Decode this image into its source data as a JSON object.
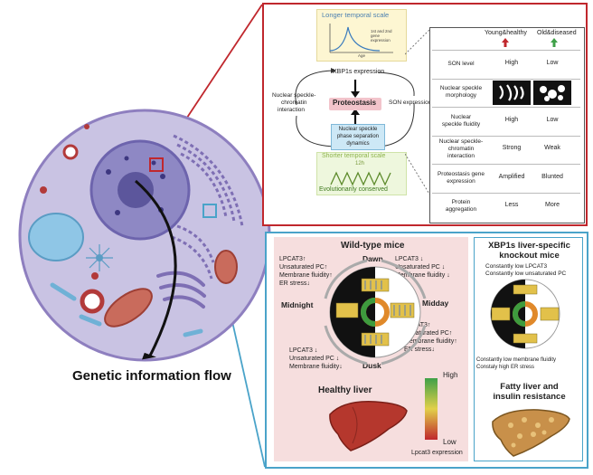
{
  "main_label": "Genetic information flow",
  "top_panel": {
    "longer_scale": {
      "title": "Longer temporal scale",
      "note": "1st and 2nd gene expression",
      "axis": "Age"
    },
    "shorter_scale": {
      "title": "Shorter temporal scale",
      "period": "12h",
      "footer": "Evolutionarily conserved"
    },
    "xbp1s": "XBP1s expression",
    "proteostasis": "Proteostasis",
    "son_expression": "SON expression",
    "speckle_chromatin": [
      "Nuclear speckle-",
      "chromatin",
      "interaction"
    ],
    "phase_sep": [
      "Nuclear speckle",
      "phase separation",
      "dynamics"
    ]
  },
  "table": {
    "headers": [
      "Young&healthy",
      "Old&diseased"
    ],
    "rows": [
      {
        "label": [
          "SON level"
        ],
        "young": "High",
        "old": "Low"
      },
      {
        "label": [
          "Nuclear speckle",
          "morphology"
        ],
        "young": "",
        "old": ""
      },
      {
        "label": [
          "Nuclear",
          "speckle fluidity"
        ],
        "young": "High",
        "old": "Low"
      },
      {
        "label": [
          "Nuclear speckle-",
          "chromatin",
          "interaction"
        ],
        "young": "Strong",
        "old": "Weak"
      },
      {
        "label": [
          "Proteostasis gene",
          "expression"
        ],
        "young": "Amplified",
        "old": "Blunted"
      },
      {
        "label": [
          "Protein",
          "aggregation"
        ],
        "young": "Less",
        "old": "More"
      }
    ]
  },
  "wildtype": {
    "title": "Wild-type mice",
    "dawn": "Dawn",
    "midday": "Midday",
    "dusk": "Dusk",
    "midnight": "Midnight",
    "left_top": [
      "LPCAT3↑",
      "Unsaturated PC↑",
      "Membrane fluidity↑",
      "ER stress↓"
    ],
    "right_top": [
      "LPCAT3 ↓",
      "Unsaturated PC ↓",
      "Membrane fluidity ↓"
    ],
    "right_mid": [
      "LPCAT3↑",
      "Unsaturated PC↑",
      "Membrane fluidity↑",
      "ER stress↓"
    ],
    "left_bottom": [
      "LPCAT3 ↓",
      "Unsaturated PC ↓",
      "Membrane fluidity↓"
    ],
    "healthy_liver": "Healthy liver",
    "high": "High",
    "low": "Low",
    "expression": "Lpcat3 expression"
  },
  "knockout": {
    "title": [
      "XBP1s liver-specific",
      "knockout mice"
    ],
    "top_lines": [
      "Constantly low LPCAT3",
      "Constantly low unsaturated PC"
    ],
    "bottom_lines": [
      "Constantly low membrane fluidity",
      "Constaly high ER stress"
    ],
    "fatty": [
      "Fatty liver and",
      "insulin resistance"
    ]
  },
  "colors": {
    "red_frame": "#c0272d",
    "blue_frame": "#4aa3c9",
    "pink_bg": "#f6dede",
    "cell_fill": "#c9c3e3",
    "nucleus": "#8e88c4"
  }
}
